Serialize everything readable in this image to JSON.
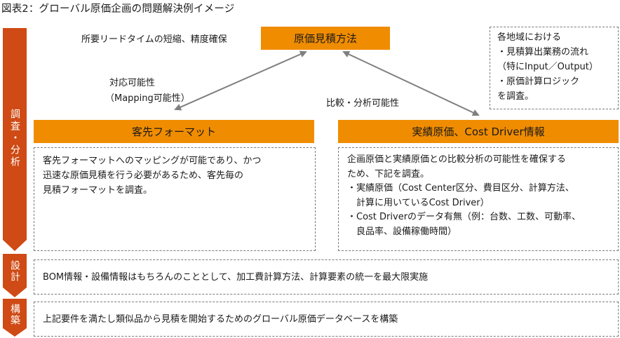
{
  "title": "図表2：グローバル原価企画の問題解決例イメージ",
  "phases": [
    {
      "label": "調査・分析"
    },
    {
      "label": "設計"
    },
    {
      "label": "構築"
    }
  ],
  "top": {
    "goal_box": "原価見積方法",
    "goal_note": "所要リードタイムの短縮、精度確保",
    "left_arrow_label": [
      "対応可能性",
      "（Mapping可能性）"
    ],
    "right_arrow_label": "比較・分析可能性"
  },
  "regional_note": [
    "各地域における",
    "・見積算出業務の流れ",
    "（特にInput／Output）",
    "・原価計算ロジック",
    "を調査。"
  ],
  "left_section": {
    "header": "客先フォーマット",
    "body": [
      "客先フォーマットへのマッピングが可能であり、かつ",
      "迅速な原価見積を行う必要があるため、客先毎の",
      "見積フォーマットを調査。"
    ]
  },
  "right_section": {
    "header": "実績原価、Cost Driver情報",
    "body": [
      "企画原価と実績原価との比較分析の可能性を確保する",
      "ため、下記を調査。",
      "・実績原価（Cost Center区分、費目区分、計算方法、",
      "　計算に用いているCost Driver）",
      "・Cost Driverのデータ有無（例：台数、工数、可動率、",
      "　良品率、設備稼働時間）"
    ]
  },
  "design_text": "BOM情報・設備情報はもちろんのこととして、加工費計算方法、計算要素の統一を最大限実施",
  "build_text": "上記要件を満たし類似品から見積を開始するためのグローバル原価データベースを構築",
  "colors": {
    "orange": "#f08c00",
    "phase_red": "#cf4a14",
    "arrow_gray": "#7f7f7f",
    "dash_gray": "#7a7a7a"
  }
}
